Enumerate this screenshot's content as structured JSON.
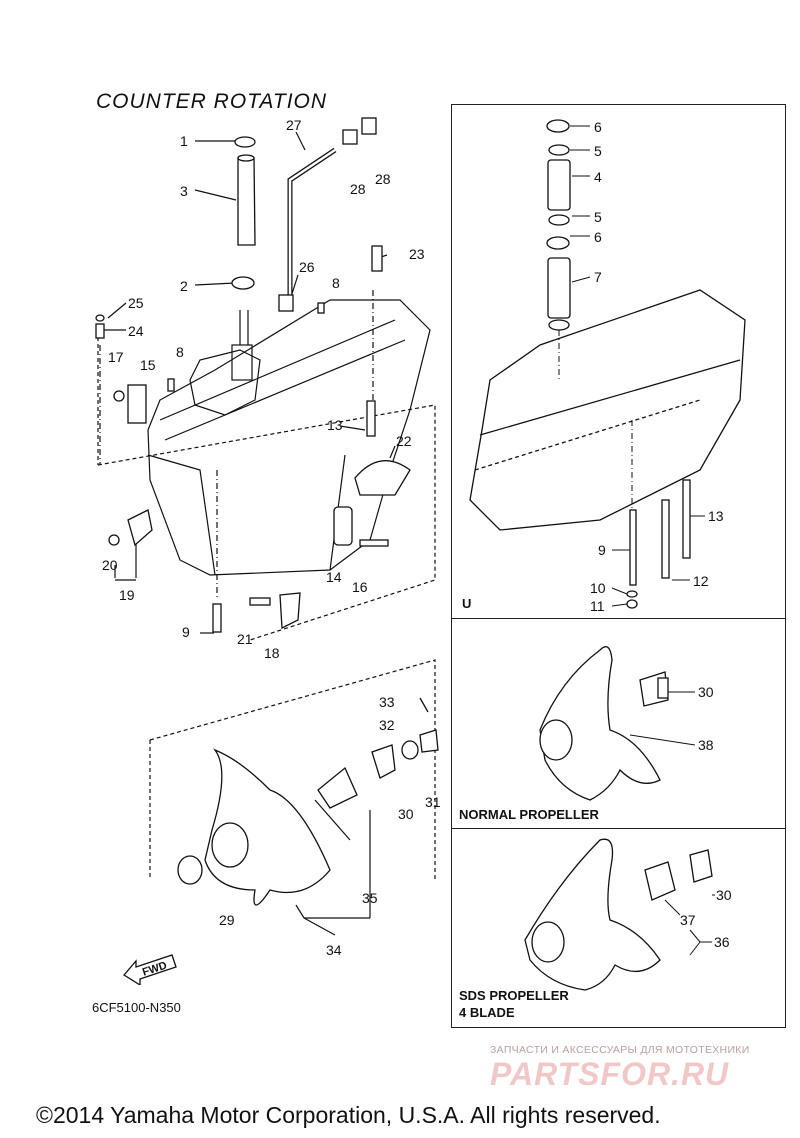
{
  "diagram": {
    "title": "COUNTER ROTATION",
    "part_code": "6CF5100-N350",
    "copyright": "©2014 Yamaha Motor Corporation, U.S.A. All rights reserved.",
    "fwd_label": "FWD",
    "watermark": {
      "subtitle": "ЗАПЧАСТИ И АКСЕССУАРЫ ДЛЯ МОТОТЕХНИКИ",
      "logo": "PARTSFOR.RU"
    }
  },
  "panels": {
    "u": {
      "label": "U"
    },
    "normal": {
      "label": "NORMAL PROPELLER"
    },
    "sds": {
      "label_line1": "SDS PROPELLER",
      "label_line2": "4 BLADE"
    }
  },
  "callouts": {
    "main": [
      "1",
      "3",
      "27",
      "28",
      "28",
      "2",
      "26",
      "8",
      "23",
      "25",
      "24",
      "17",
      "15",
      "8",
      "13",
      "22",
      "20",
      "19",
      "14",
      "16",
      "9",
      "21",
      "18",
      "33",
      "32",
      "30",
      "31",
      "35",
      "34",
      "29"
    ],
    "u_panel": [
      "6",
      "5",
      "4",
      "5",
      "6",
      "7",
      "13",
      "9",
      "10",
      "12",
      "11"
    ],
    "normal": [
      "30",
      "38"
    ],
    "sds": [
      "30",
      "37",
      "36"
    ]
  },
  "colors": {
    "line": "#111111",
    "watermark": "#f0c8c8"
  }
}
